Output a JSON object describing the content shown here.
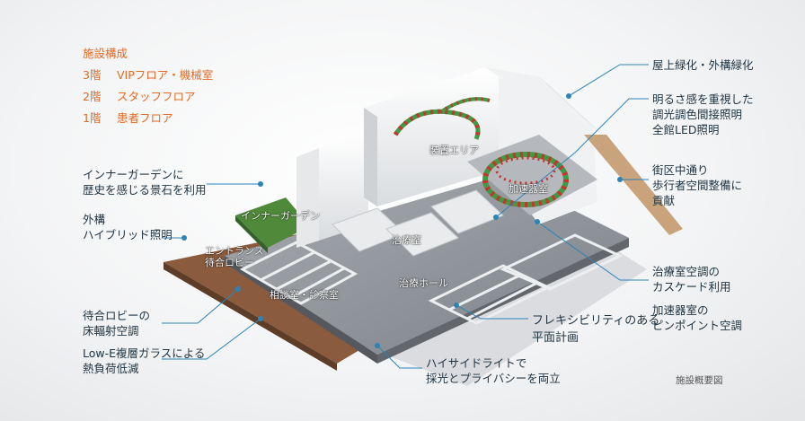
{
  "legend": {
    "title": "施設構成",
    "rows": [
      {
        "floor": "3階",
        "text": "VIPフロア・機械室"
      },
      {
        "floor": "2階",
        "text": "スタッフフロア"
      },
      {
        "floor": "1階",
        "text": "患者フロア"
      }
    ]
  },
  "annotations": {
    "rooftop": "屋上緑化・外構緑化",
    "lighting": "明るさ感を重視した\n調光調色間接照明\n全館LED照明",
    "street": "街区中通り\n歩行者空間整備に\n貢献",
    "inner_garden": "インナーガーデンに\n歴史を感じる景石を利用",
    "exterior_light": "外構\nハイブリッド照明",
    "cascade": "治療室空調の\nカスケード利用",
    "pinpoint": "加速器室の\nピンポイント空調",
    "flexibility": "フレキシビリティのある\n平面計画",
    "radiant": "待合ロビーの\n床輻射空調",
    "lowe": "Low-E複層ガラスによる\n熱負荷低減",
    "highside": "ハイサイドライトで\n採光とプライバシーを両立"
  },
  "room_labels": {
    "equipment": "装置エリア",
    "accelerator": "加速器室",
    "inner_garden": "インナーガーデン",
    "entrance": "エントランス\n待合ロビー",
    "treatment_room": "治療室",
    "treatment_hall": "治療ホール",
    "consult": "相談室・診察室"
  },
  "caption": "施設概要図",
  "colors": {
    "legend_text": "#e46a24",
    "annotation_text": "#1d3342",
    "leader_line": "#2c83b8",
    "leader_dot": "#2c83b8",
    "green_area": "#4f8a3a",
    "floor_brown": "#8a5b3c"
  }
}
